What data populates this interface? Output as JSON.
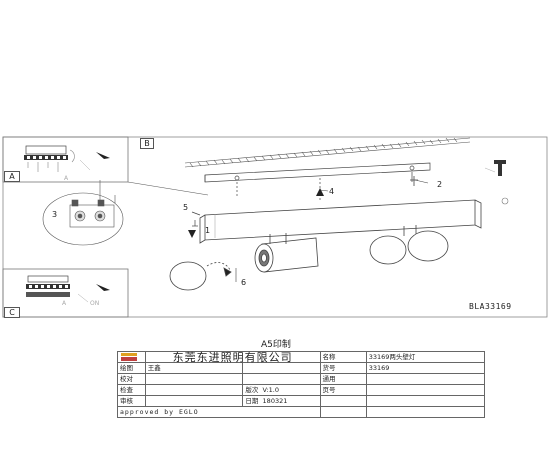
{
  "panels": {
    "a": {
      "letter": "A"
    },
    "b": {
      "letter": "B"
    },
    "c": {
      "letter": "C"
    }
  },
  "callouts": [
    "1",
    "2",
    "3",
    "4",
    "5",
    "6"
  ],
  "model_code": "BLA33169",
  "print_title": "A5印制",
  "title_block": {
    "company": "东莞东进照明有限公司",
    "name_label": "名称",
    "name_value": "33169两头壁灯",
    "draw_label": "绘图",
    "drawer": "王鑫",
    "item_label": "货号",
    "item_value": "33169",
    "check_label": "校对",
    "sum_label": "通用",
    "inspect_label": "检查",
    "version_label": "版次",
    "version_value": "V:1.0",
    "page_label": "页号",
    "approve_label": "审核",
    "date_label": "日期",
    "date_value": "180321",
    "approved_by": "approved by EGLO"
  },
  "colors": {
    "line": "#444444",
    "light": "#9a9a9a"
  }
}
